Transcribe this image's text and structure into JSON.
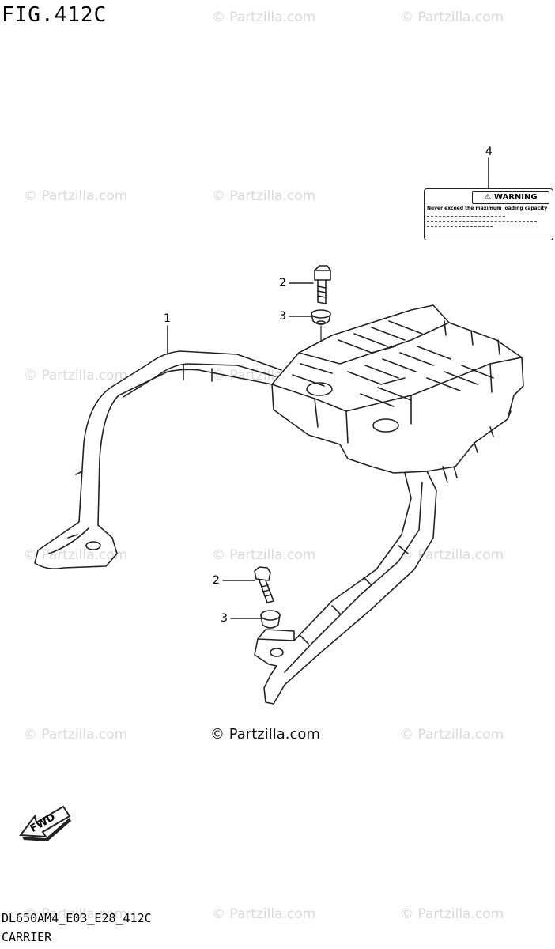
{
  "figure": {
    "title": "FIG.412C",
    "model_code": "DL650AM4_E03_E28_412C",
    "section_name": "CARRIER"
  },
  "watermark": {
    "text": "© Partzilla.com",
    "copyright_text": "© Partzilla.com"
  },
  "callouts": {
    "part1": "1",
    "part2_upper": "2",
    "part3_upper": "3",
    "part2_lower": "2",
    "part3_lower": "3",
    "part4": "4"
  },
  "warning_label": {
    "heading": "WARNING",
    "text": "Never exceed the maximum loading capacity"
  },
  "fwd_arrow": {
    "text": "FWD"
  }
}
